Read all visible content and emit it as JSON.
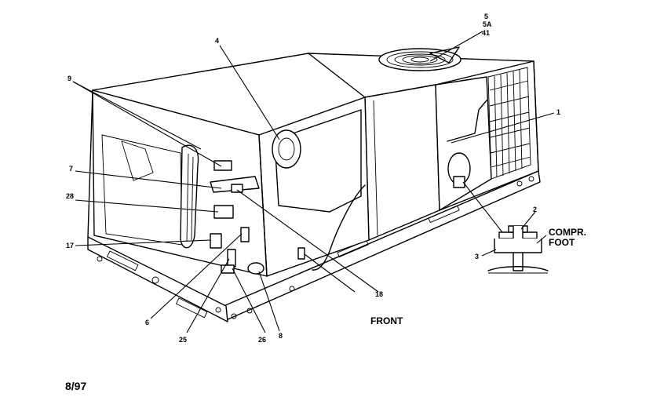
{
  "diagram": {
    "callouts": [
      {
        "id": "c5",
        "text": "5"
      },
      {
        "id": "c5a",
        "text": "5A"
      },
      {
        "id": "c41",
        "text": "41"
      },
      {
        "id": "c4",
        "text": "4"
      },
      {
        "id": "c9",
        "text": "9"
      },
      {
        "id": "c1",
        "text": "1"
      },
      {
        "id": "c7",
        "text": "7"
      },
      {
        "id": "c28",
        "text": "28"
      },
      {
        "id": "c17",
        "text": "17"
      },
      {
        "id": "c6",
        "text": "6"
      },
      {
        "id": "c25",
        "text": "25"
      },
      {
        "id": "c26",
        "text": "26"
      },
      {
        "id": "c8",
        "text": "8"
      },
      {
        "id": "c18",
        "text": "18"
      },
      {
        "id": "c2",
        "text": "2"
      },
      {
        "id": "c3",
        "text": "3"
      }
    ],
    "compressor_foot_label": [
      "COMPR.",
      "FOOT"
    ],
    "front_label": "FRONT",
    "date_code": "8/97"
  }
}
